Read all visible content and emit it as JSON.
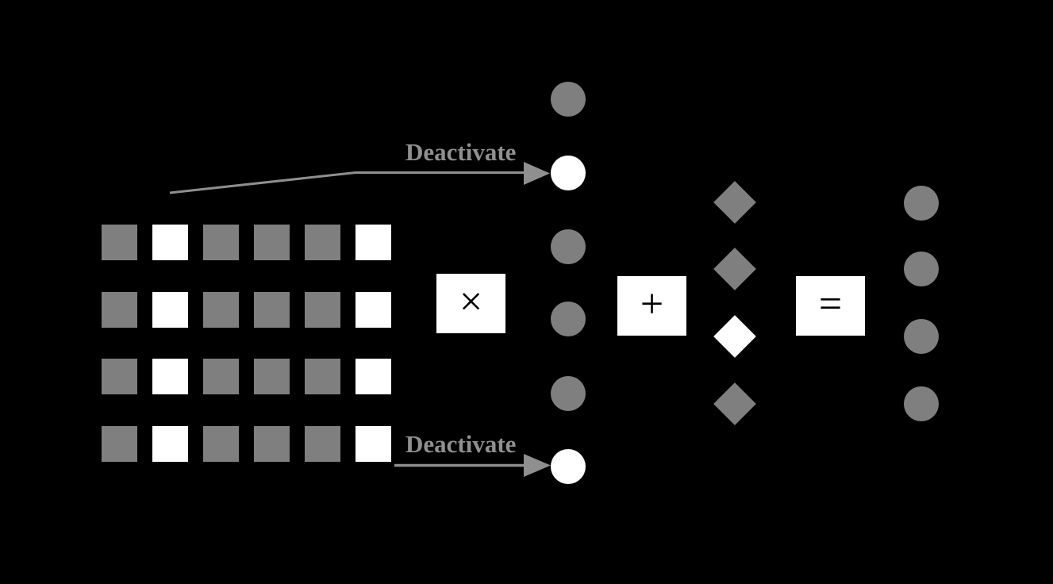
{
  "figure": {
    "background": "#000000",
    "colors": {
      "active": "#7f7f7f",
      "deactivated": "#ffffff",
      "annotation": "#8f8f8f",
      "operator_box": "#ffffff",
      "operator_symbol": "#000000"
    },
    "weight_matrix": {
      "rows": 4,
      "cols": 6,
      "cells": [
        [
          "active",
          "deactivated",
          "active",
          "active",
          "active",
          "deactivated"
        ],
        [
          "active",
          "deactivated",
          "active",
          "active",
          "active",
          "deactivated"
        ],
        [
          "active",
          "deactivated",
          "active",
          "active",
          "active",
          "deactivated"
        ],
        [
          "active",
          "deactivated",
          "active",
          "active",
          "active",
          "deactivated"
        ]
      ]
    },
    "operators": [
      {
        "symbol": "×"
      },
      {
        "symbol": "+"
      },
      {
        "symbol": "="
      }
    ],
    "input_vector": {
      "cells": [
        "active",
        "deactivated",
        "active",
        "active",
        "active",
        "deactivated"
      ]
    },
    "bias_vector": {
      "cells": [
        "active",
        "active",
        "deactivated",
        "active"
      ]
    },
    "output_vector": {
      "cells": [
        "active",
        "active",
        "active",
        "active"
      ]
    },
    "annotations": [
      {
        "label": "Deactivate",
        "target": "input-neuron-2"
      },
      {
        "label": "Deactivate",
        "target": "input-neuron-6"
      }
    ]
  }
}
